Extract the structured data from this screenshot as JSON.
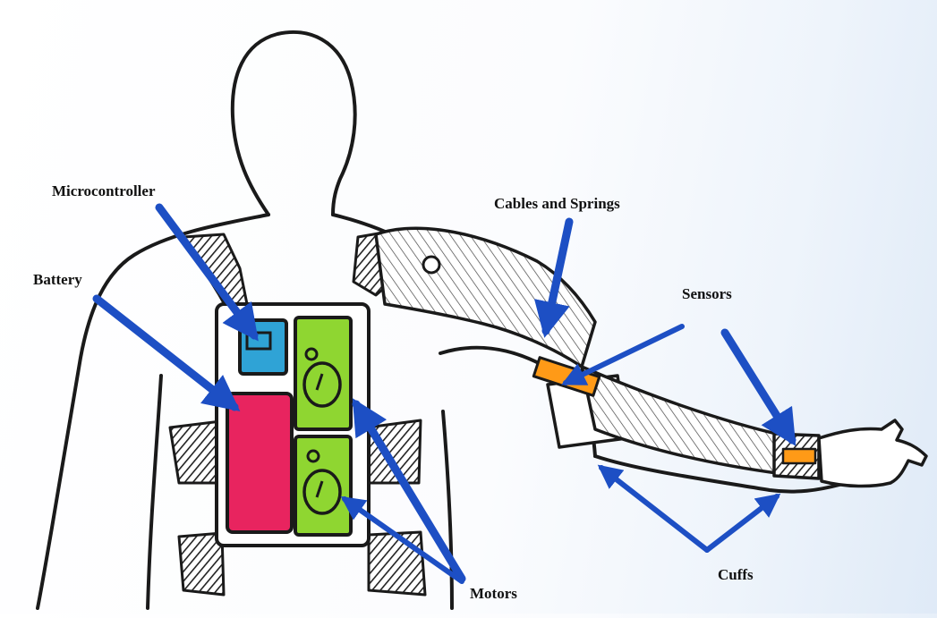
{
  "labels": {
    "microcontroller": "Microcontroller",
    "battery": "Battery",
    "cables_springs": "Cables and Springs",
    "sensors": "Sensors",
    "motors": "Motors",
    "cuffs": "Cuffs"
  },
  "colors": {
    "ink": "#1a1a1a",
    "arrow": "#1d4fc4",
    "microcontroller_fill": "#2fa3d6",
    "battery_fill": "#e8245f",
    "motor_fill": "#8fd631",
    "sensor_fill": "#ff9a17"
  }
}
